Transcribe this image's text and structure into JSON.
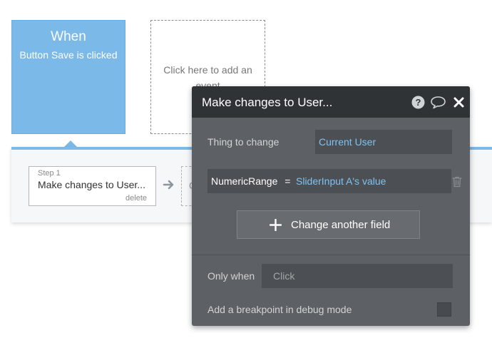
{
  "event": {
    "title": "When",
    "subtitle": "Button Save is clicked"
  },
  "add_event": {
    "label": "Click here to add an event"
  },
  "actions": {
    "steps": [
      {
        "number_label": "Step 1",
        "name": "Make changes to User...",
        "delete_label": "delete"
      }
    ],
    "next_step_partial": "C"
  },
  "panel": {
    "title": "Make changes to User...",
    "icons": [
      "help-icon",
      "comment-icon",
      "close-icon"
    ],
    "thing_to_change": {
      "label": "Thing to change",
      "value": "Current User"
    },
    "field_change": {
      "field": "NumericRange",
      "operator": "=",
      "value": "SliderInput A's value"
    },
    "change_another_label": "Change another field",
    "only_when": {
      "label": "Only when",
      "placeholder": "Click"
    },
    "breakpoint": {
      "label": "Add a breakpoint in debug mode",
      "checked": false
    }
  },
  "colors": {
    "event_blue": "#7bb9e8",
    "panel_bg": "#5d6165",
    "panel_header": "#2f3336",
    "link_blue": "#7ec2f2"
  }
}
